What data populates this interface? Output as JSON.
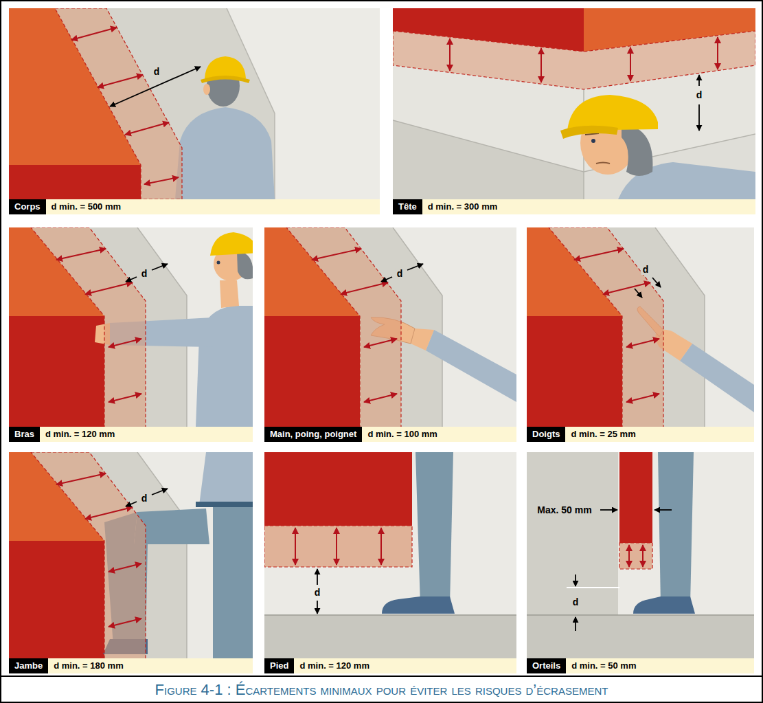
{
  "diagram": {
    "caption": "Figure 4-1 : Écartements minimaux pour éviter les risques d’écrasement",
    "labels": [
      "d",
      "Corps",
      "d min. = 500 mm",
      "d",
      "Tête",
      "d min. = 300 mm",
      "d",
      "Bras",
      "d min. = 120 mm",
      "d",
      "Main, poing, poignet",
      "d min. = 100 mm",
      "d",
      "Doigts",
      "d min. = 25 mm",
      "d",
      "Jambe",
      "d min. = 180 mm",
      "d",
      "Pied",
      "d min. = 120 mm",
      "Max. 50 mm",
      "d",
      "Orteils",
      "d min. = 50 mm"
    ]
  }
}
